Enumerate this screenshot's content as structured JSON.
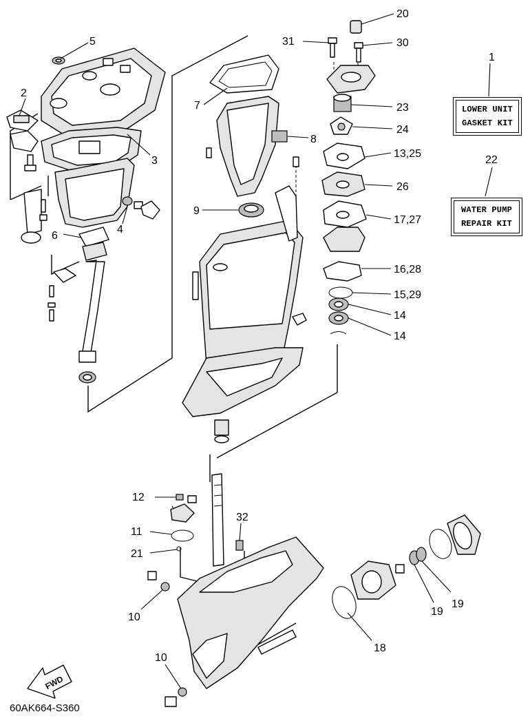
{
  "callouts": {
    "c1": "1",
    "c2": "2",
    "c3": "3",
    "c4": "4",
    "c5": "5",
    "c6": "6",
    "c7": "7",
    "c8": "8",
    "c9": "9",
    "c10a": "10",
    "c10b": "10",
    "c11": "11",
    "c12": "12",
    "c13_25": "13,25",
    "c14a": "14",
    "c14b": "14",
    "c15_29": "15,29",
    "c16_28": "16,28",
    "c17_27": "17,27",
    "c18": "18",
    "c19a": "19",
    "c19b": "19",
    "c20": "20",
    "c21": "21",
    "c22": "22",
    "c23": "23",
    "c24": "24",
    "c26": "26",
    "c30": "30",
    "c31": "31",
    "c32": "32"
  },
  "kits": {
    "gasket": {
      "line1": "LOWER UNIT",
      "line2": "GASKET KIT"
    },
    "pump": {
      "line1": "WATER PUMP",
      "line2": "REPAIR KIT"
    }
  },
  "direction_label": "FWD",
  "drawing_code": "60AK664-S360"
}
